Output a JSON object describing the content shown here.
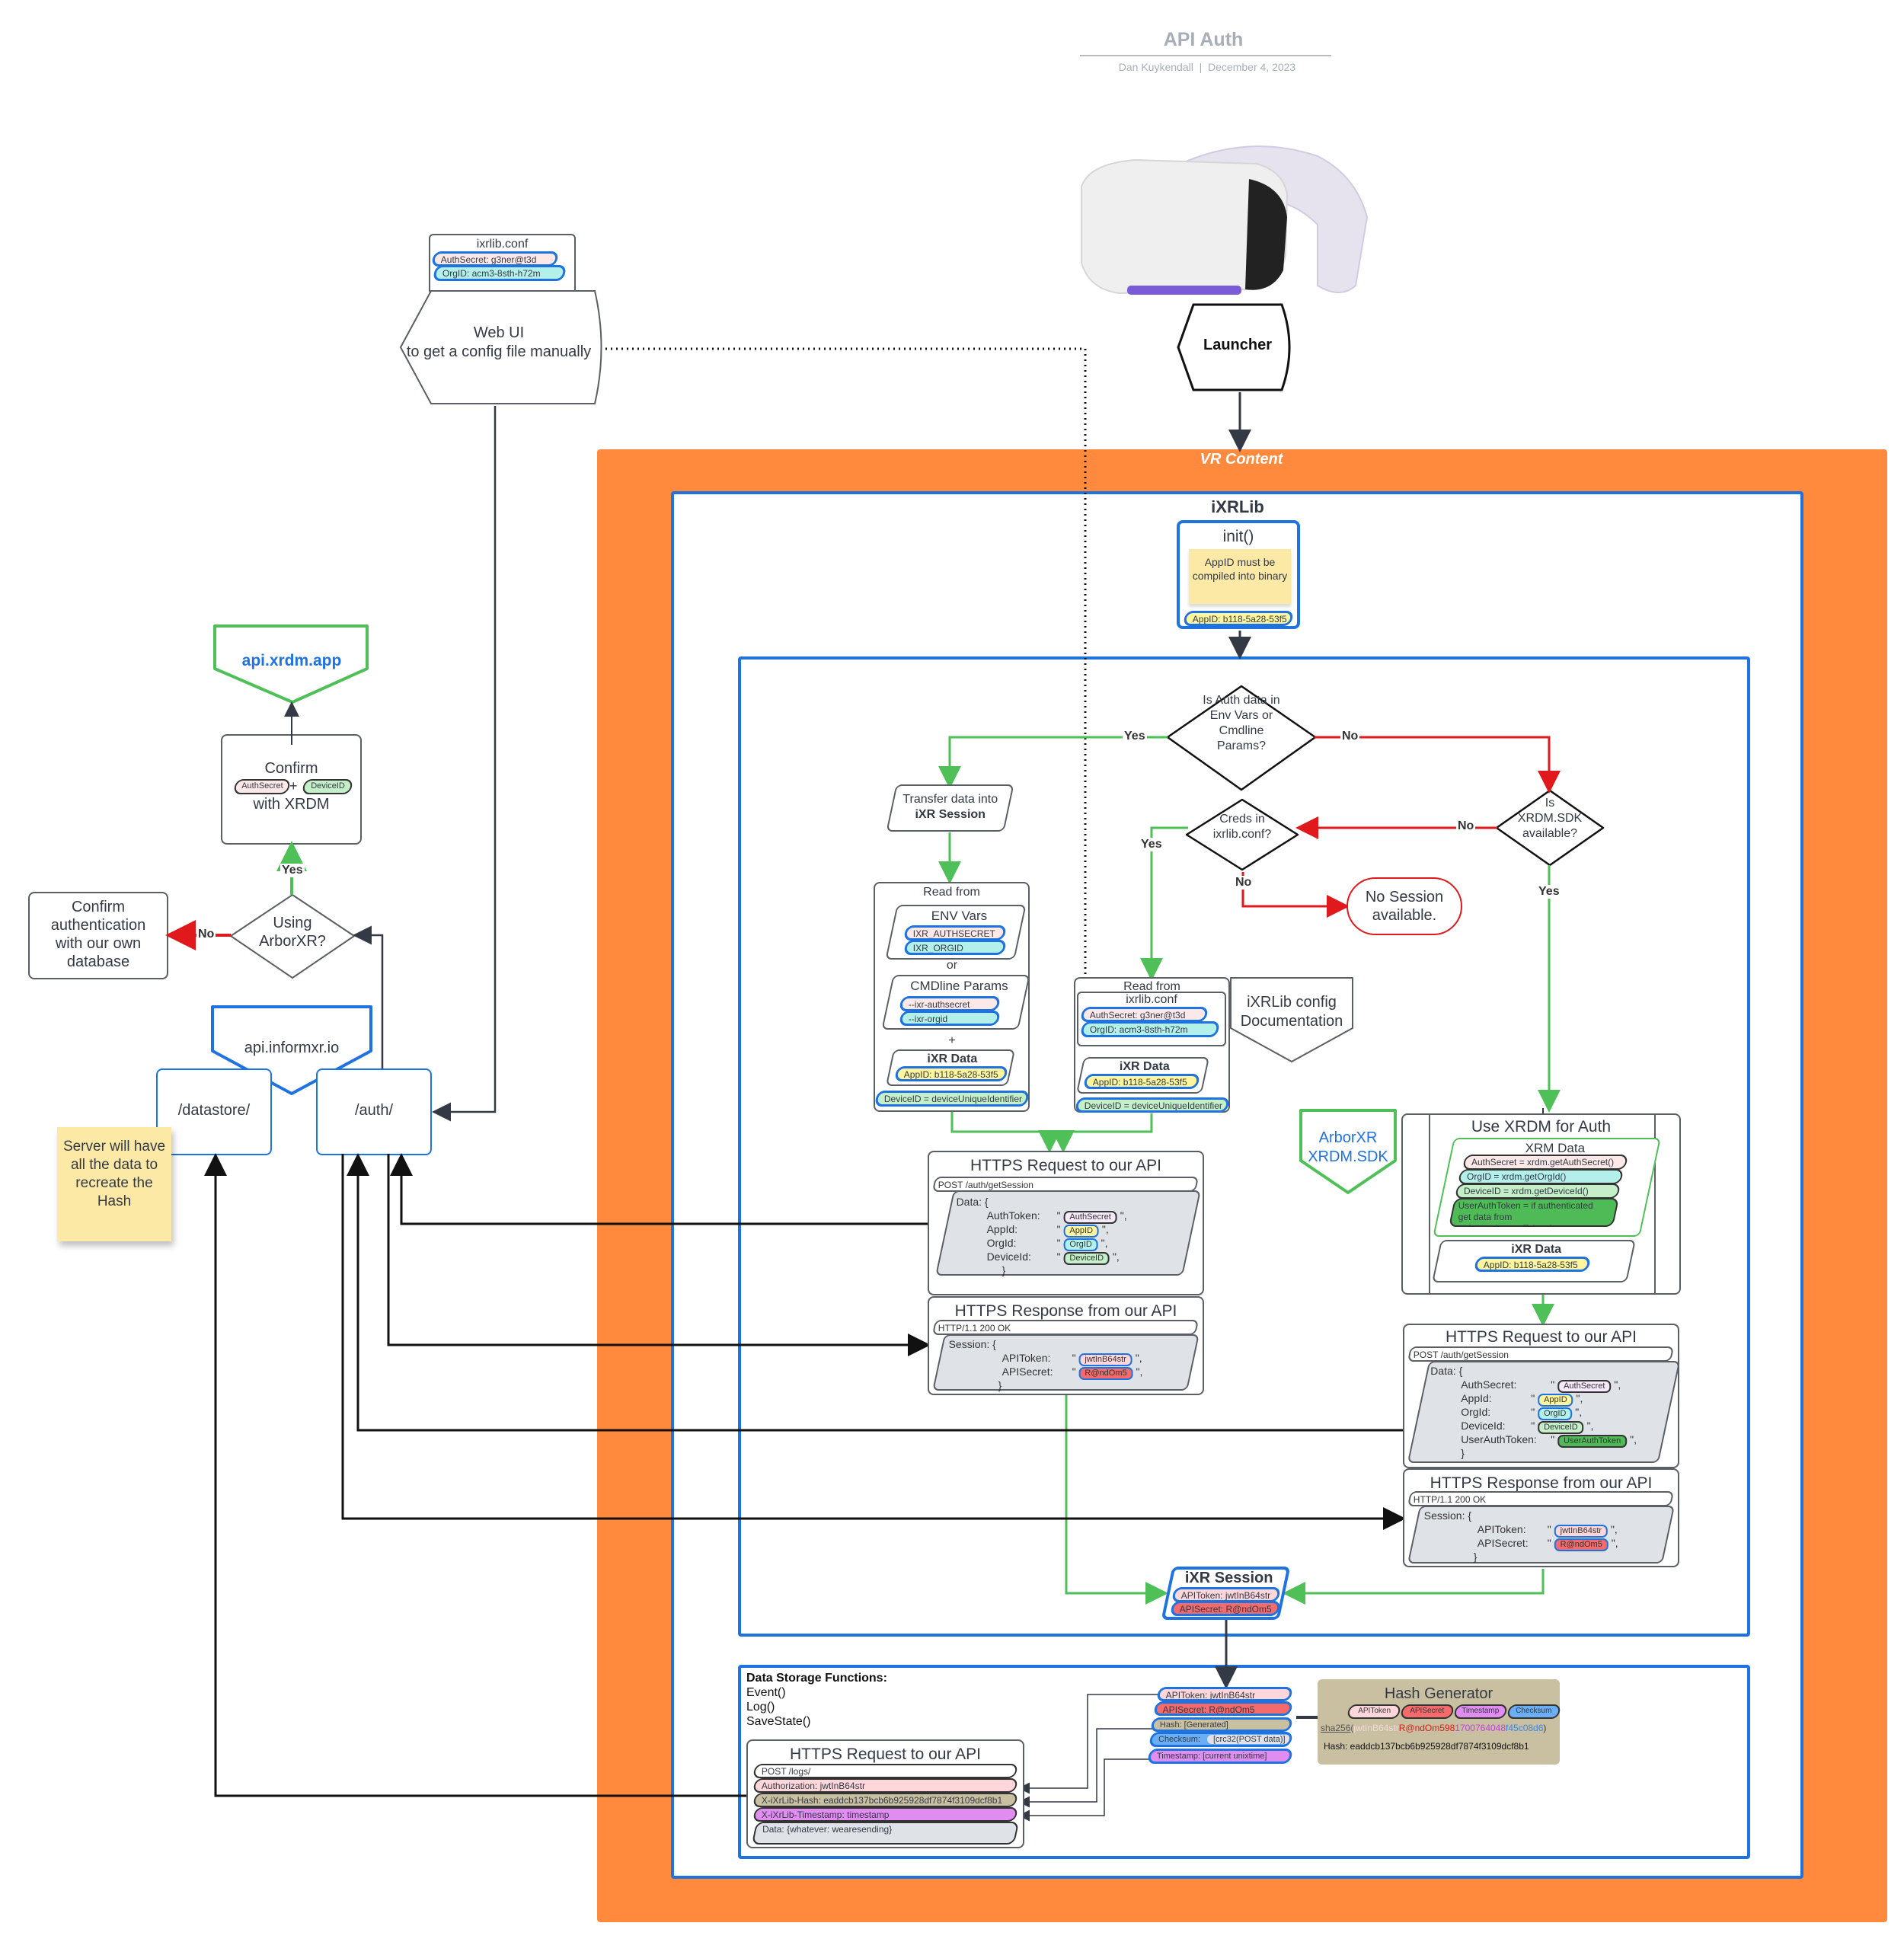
{
  "header": {
    "title": "API Auth",
    "author": "Dan Kuykendall",
    "separator": "|",
    "date": "December 4, 2023"
  },
  "colors": {
    "orange_container": "#ff8a3d",
    "blue_container": "#1e73e0",
    "green_flow": "#4fbf57",
    "red_flow": "#e0191c",
    "sticky_note": "#fde9a6",
    "hash_generator": "#c9bfa1"
  },
  "webui": {
    "conf_file_title": "ixrlib.conf",
    "auth_secret": "AuthSecret: g3ner@t3d",
    "org_id": "OrgID: acm3-8sth-h72m",
    "label_line1": "Web UI",
    "label_line2": "to get a config file manually"
  },
  "headset": {
    "icon": "vr-headset-image"
  },
  "launcher": {
    "label": "Launcher"
  },
  "left_flow": {
    "xrdm_api": "api.xrdm.app",
    "confirm_title": "Confirm",
    "confirm_authsecret": "AuthSecret",
    "confirm_plus": "+",
    "confirm_deviceid": "DeviceID",
    "confirm_suffix": "with XRDM",
    "yes_label": "Yes",
    "no_label": "No",
    "decision": "Using ArborXR?",
    "own_db": "Confirm authentication with our own database",
    "informxr_api": "api.informxr.io",
    "datastore": "/datastore/",
    "auth": "/auth/",
    "sticky_note": "Server will have all the data to recreate the Hash"
  },
  "vr_content": {
    "title": "VR Content",
    "ixrlib": {
      "title": "iXRLib",
      "init": {
        "title": "init()",
        "note": "AppID must be compiled into binary",
        "app_id": "AppID: b118-5a28-53f5"
      }
    }
  },
  "flow": {
    "decision_env": "Is Auth data in Env Vars or Cmdline Params?",
    "decision_conf": "Creds in ixrlib.conf?",
    "decision_sdk": "Is XRDM.SDK available?",
    "yes": "Yes",
    "no": "No",
    "no_session": "No Session available.",
    "transfer_line1": "Transfer data into",
    "transfer_line2": "iXR Session",
    "config_docs": "iXRLib config Documentation",
    "arborxr_sdk": "ArborXR XRDM.SDK"
  },
  "read_env": {
    "title": "Read from",
    "env_title": "ENV Vars",
    "env_authsecret": "IXR_AUTHSECRET",
    "env_orgid": "IXR_ORGID",
    "or": "or",
    "cmd_title": "CMDline Params",
    "cmd_authsecret": "--ixr-authsecret",
    "cmd_orgid": "--ixr-orgid",
    "plus": "+",
    "ixr_data_title": "iXR Data",
    "app_id": "AppID: b118-5a28-53f5",
    "device_id": "DeviceID = deviceUniqueIdentifier"
  },
  "read_conf": {
    "title": "Read from",
    "conf_title": "ixrlib.conf",
    "auth_secret": "AuthSecret: g3ner@t3d",
    "org_id": "OrgID: acm3-8sth-h72m",
    "ixr_data_title": "iXR Data",
    "app_id": "AppID: b118-5a28-53f5",
    "device_id": "DeviceID = deviceUniqueIdentifier"
  },
  "xrdm_auth": {
    "title": "Use XRDM for Auth",
    "xrm_title": "XRM Data",
    "auth_secret": "AuthSecret = xrdm.getAuthSecret()",
    "org_id": "OrgID = xrdm.getOrgId()",
    "device_id": "DeviceID = xrdm.getDeviceId()",
    "user_token": "UserAuthToken = if authenticated get data from xrdm.getAccessToken()",
    "ixr_data_title": "iXR Data",
    "app_id": "AppID: b118-5a28-53f5"
  },
  "request1": {
    "title": "HTTPS Request to our API",
    "method": "POST /auth/getSession",
    "data_open": "Data: {",
    "fields": [
      {
        "key": "AuthToken:",
        "value": "AuthSecret"
      },
      {
        "key": "AppId:",
        "value": "AppID"
      },
      {
        "key": "OrgId:",
        "value": "OrgID"
      },
      {
        "key": "DeviceId:",
        "value": "DeviceID"
      }
    ],
    "close": "}"
  },
  "response1": {
    "title": "HTTPS Response from our API",
    "status": "HTTP/1.1 200 OK",
    "session_open": "Session: {",
    "fields": [
      {
        "key": "APIToken:",
        "value": "jwtInB64str"
      },
      {
        "key": "APISecret:",
        "value": "R@ndOm5"
      }
    ],
    "close": "}"
  },
  "request2": {
    "title": "HTTPS Request to our API",
    "method": "POST /auth/getSession",
    "data_open": "Data: {",
    "fields": [
      {
        "key": "AuthSecret:",
        "value": "AuthSecret"
      },
      {
        "key": "AppId:",
        "value": "AppID"
      },
      {
        "key": "OrgId:",
        "value": "OrgID"
      },
      {
        "key": "DeviceId:",
        "value": "DeviceID"
      },
      {
        "key": "UserAuthToken:",
        "value": "UserAuthToken"
      }
    ],
    "close": "}"
  },
  "response2": {
    "title": "HTTPS Response from our API",
    "status": "HTTP/1.1 200 OK",
    "session_open": "Session: {",
    "fields": [
      {
        "key": "APIToken:",
        "value": "jwtInB64str"
      },
      {
        "key": "APISecret:",
        "value": "R@ndOm5"
      }
    ],
    "close": "}"
  },
  "ixr_session": {
    "title": "iXR Session",
    "api_token": "APIToken: jwtInB64str",
    "api_secret": "APISecret: R@ndOm5"
  },
  "data_storage": {
    "title": "Data Storage Functions:",
    "functions": [
      "Event()",
      "Log()",
      "SaveState()"
    ],
    "request": {
      "title": "HTTPS Request to our API",
      "method": "POST /logs/",
      "authorization": "Authorization: jwtInB64str",
      "hash_header": "X-iXrLib-Hash: eaddcb137bcb6b925928df7874f3109dcf8b1",
      "timestamp_header": "X-iXrLib-Timestamp: timestamp",
      "data": "Data: {whatever: wearesending}"
    },
    "inputs": {
      "api_token": "APIToken: jwtInB64str",
      "api_secret": "APISecret: R@ndOm5",
      "hash": "Hash: [Generated]",
      "checksum_label": "Checksum:",
      "checksum_value": "[crc32(POST data)]",
      "timestamp": "Timestamp: [current unixtime]"
    }
  },
  "hash_generator": {
    "title": "Hash Generator",
    "chips": [
      "APIToken",
      "APISecret",
      "Timestamp",
      "Checksum"
    ],
    "fn": "sha256",
    "open_paren": "(",
    "arg_token": "jwtInB64str",
    "arg_secret": "R@ndOm598",
    "arg_timestamp": "1700764048",
    "arg_checksum": "f45c08d6",
    "close_paren": ")",
    "hash": "Hash: eaddcb137bcb6b925928df7874f3109dcf8b1"
  }
}
